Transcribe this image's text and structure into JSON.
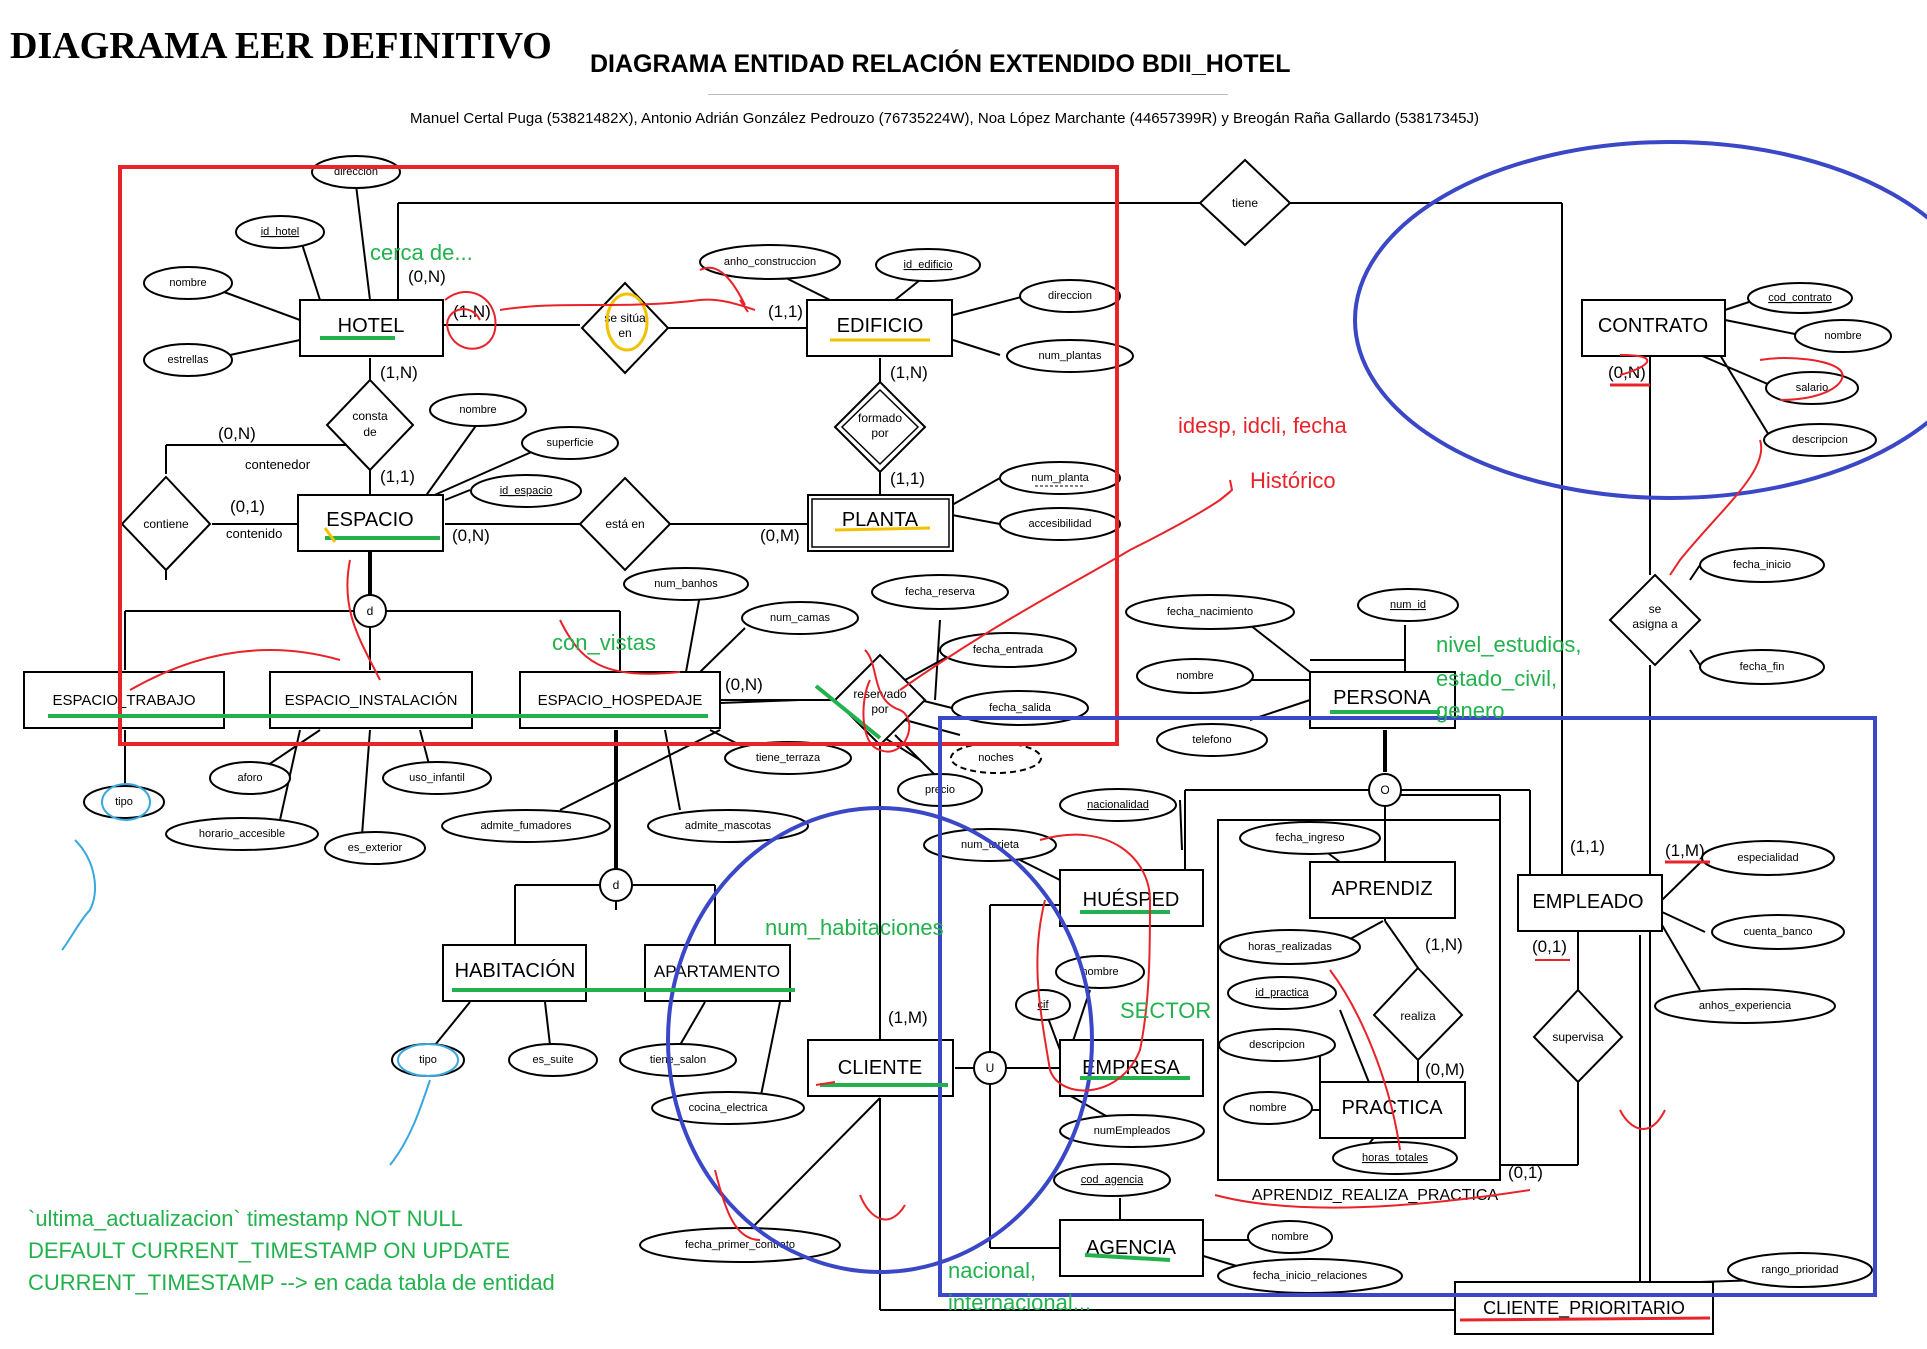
{
  "header": {
    "main_title": "DIAGRAMA EER DEFINITIVO",
    "subtitle": "DIAGRAMA ENTIDAD RELACIÓN EXTENDIDO BDII_HOTEL",
    "authors": "Manuel Certal Puga (53821482X), Antonio Adrián González Pedrouzo (76735224W), Noa López Marchante (44657399R) y Breogán Raña Gallardo (53817345J)"
  },
  "entities": {
    "hotel": "HOTEL",
    "edificio": "EDIFICIO",
    "espacio": "ESPACIO",
    "planta": "PLANTA",
    "contrato": "CONTRATO",
    "espacio_trabajo": "ESPACIO_TRABAJO",
    "espacio_instalacion": "ESPACIO_INSTALACIÓN",
    "espacio_hospedaje": "ESPACIO_HOSPEDAJE",
    "persona": "PERSONA",
    "habitacion": "HABITACIÓN",
    "apartamento": "APARTAMENTO",
    "huesped": "HUÉSPED",
    "aprendiz": "APRENDIZ",
    "empleado": "EMPLEADO",
    "cliente": "CLIENTE",
    "empresa": "EMPRESA",
    "practica": "PRACTICA",
    "agencia": "AGENCIA",
    "cliente_prioritario": "CLIENTE_PRIORITARIO",
    "aprendiz_realiza_practica": "APRENDIZ_REALIZA_PRACTICA"
  },
  "relationships": {
    "tiene": "tiene",
    "se_situa_en_1": "se sitúa",
    "se_situa_en_2": "en",
    "consta_de_1": "consta",
    "consta_de_2": "de",
    "formado_por_1": "formado",
    "formado_por_2": "por",
    "contiene": "contiene",
    "esta_en": "está en",
    "reservado_por_1": "reservado",
    "reservado_por_2": "por",
    "se_asigna_a_1": "se",
    "se_asigna_a_2": "asigna a",
    "realiza": "realiza",
    "supervisa": "supervisa"
  },
  "attributes": {
    "hotel_direccion": "direccion",
    "id_hotel": "id_hotel",
    "hotel_nombre": "nombre",
    "estrellas": "estrellas",
    "anho_construccion": "anho_construccion",
    "id_edificio": "id_edificio",
    "edificio_direccion": "direccion",
    "num_plantas": "num_plantas",
    "espacio_nombre": "nombre",
    "superficie": "superficie",
    "id_espacio": "id_espacio",
    "num_planta": "num_planta",
    "accesibilidad": "accesibilidad",
    "cod_contrato": "cod_contrato",
    "contrato_nombre": "nombre",
    "salario": "salario",
    "contrato_descripcion": "descripcion",
    "fecha_inicio": "fecha_inicio",
    "fecha_fin": "fecha_fin",
    "num_banhos": "num_banhos",
    "num_camas": "num_camas",
    "fecha_reserva": "fecha_reserva",
    "fecha_entrada": "fecha_entrada",
    "fecha_salida": "fecha_salida",
    "noches": "noches",
    "precio": "precio",
    "tiene_terraza": "tiene_terraza",
    "admite_fumadores": "admite_fumadores",
    "admite_mascotas": "admite_mascotas",
    "trabajo_tipo": "tipo",
    "aforo": "aforo",
    "horario_accesible": "horario_accesible",
    "es_exterior": "es_exterior",
    "uso_infantil": "uso_infantil",
    "fecha_nacimiento": "fecha_nacimiento",
    "num_id": "num_id",
    "persona_nombre": "nombre",
    "telefono": "telefono",
    "nacionalidad": "nacionalidad",
    "num_tarjeta": "num_tarjeta",
    "fecha_ingreso": "fecha_ingreso",
    "horas_realizadas": "horas_realizadas",
    "id_practica": "id_practica",
    "practica_descripcion": "descripcion",
    "practica_nombre": "nombre",
    "horas_totales": "horas_totales",
    "especialidad": "especialidad",
    "cuenta_banco": "cuenta_banco",
    "anhos_experiencia": "anhos_experiencia",
    "habitacion_tipo": "tipo",
    "es_suite": "es_suite",
    "tiene_salon": "tiene_salon",
    "cocina_electrica": "cocina_electrica",
    "empresa_nombre": "nombre",
    "cif": "cif",
    "num_empleados": "numEmpleados",
    "cod_agencia": "cod_agencia",
    "agencia_nombre": "nombre",
    "fecha_inicio_relaciones": "fecha_inicio_relaciones",
    "fecha_primer_contrato": "fecha_primer_contrato",
    "rango_prioridad": "rango_prioridad"
  },
  "cardinalities": {
    "hotel_tiene": "(0,N)",
    "hotel_situa": "(1,N)",
    "edificio_situa": "(1,1)",
    "hotel_consta": "(1,N)",
    "espacio_consta": "(1,1)",
    "edificio_formado": "(1,N)",
    "planta_formado": "(1,1)",
    "contenedor": "(0,N)",
    "contenido": "(0,1)",
    "espacio_esta": "(0,N)",
    "planta_esta": "(0,M)",
    "contrato_asigna": "(0,N)",
    "hospedaje_reserva": "(0,N)",
    "empleado_tiene": "(1,1)",
    "empleado_supervisa": "(1,M)",
    "empleado_supervisado": "(0,1)",
    "aprendiz_realiza": "(1,N)",
    "practica_realiza": "(0,M)",
    "arp_supervisa": "(0,1)",
    "cliente_reserva": "(1,M)"
  },
  "role_labels": {
    "contenedor": "contenedor",
    "contenido": "contenido"
  },
  "specialization_symbols": {
    "espacio": "d",
    "hospedaje": "d",
    "persona": "O",
    "cliente": "U"
  },
  "annotations": {
    "cerca_de": "cerca de...",
    "con_vistas": "con_vistas",
    "num_habitaciones": "num_habitaciones",
    "idesp": "idesp, idcli, fecha",
    "historico": "Histórico",
    "nivel_1": "nivel_estudios,",
    "nivel_2": "estado_civil,",
    "nivel_3": "genero",
    "sector": "SECTOR",
    "nacional_1": "nacional,",
    "nacional_2": "internacional...",
    "sql_1": "`ultima_actualizacion` timestamp NOT NULL",
    "sql_2": "DEFAULT CURRENT_TIMESTAMP ON UPDATE",
    "sql_3": "CURRENT_TIMESTAMP --> en cada tabla de entidad"
  },
  "colors": {
    "red": "#e8232a",
    "blue": "#3a47c6",
    "green": "#22b14c",
    "yellow": "#f2c200",
    "light_blue": "#3aa8e0"
  }
}
